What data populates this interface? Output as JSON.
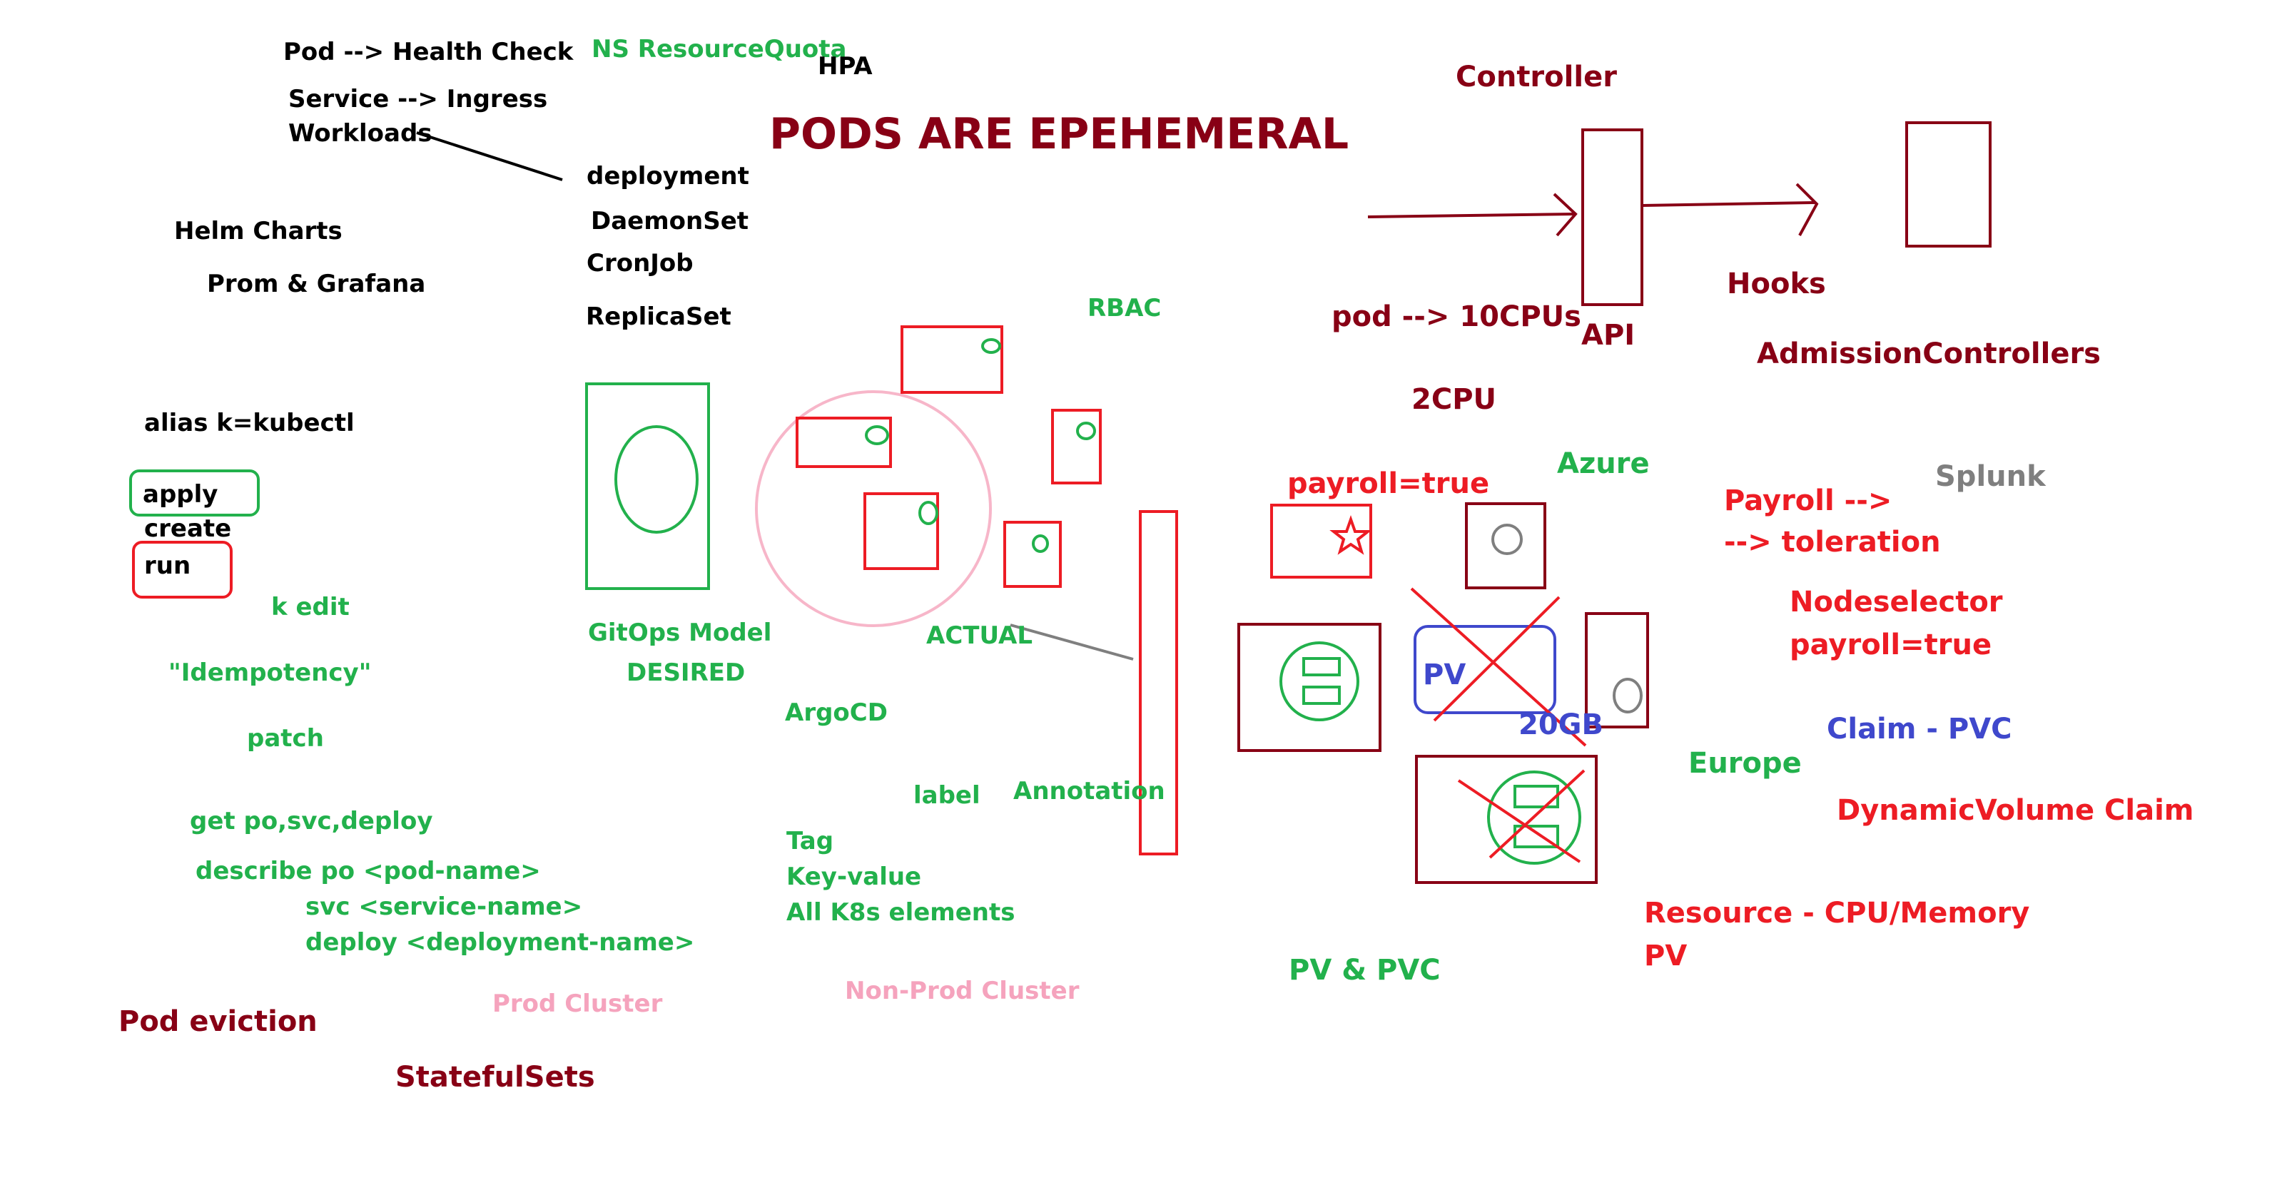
{
  "colors": {
    "black": "#000000",
    "green": "#22b14c",
    "maroon": "#880015",
    "red": "#ed1c24",
    "blue": "#3f48cc",
    "gray": "#7f7f7f",
    "pink": "#f5a3bd",
    "light_pink_circle": "#f7b6c9"
  },
  "notes": {
    "pod_health_check": "Pod --> Health Check",
    "ns_resourcequota": "NS  ResourceQuota",
    "hpa": "HPA",
    "service_ingress": "Service --> Ingress",
    "workloads": "Workloads",
    "title": "PODS ARE EPEHEMERAL",
    "controller": "Controller",
    "deployment": "deployment",
    "daemonset": "DaemonSet",
    "cronjob": "CronJob",
    "replicaset": "ReplicaSet",
    "helm_charts": "Helm Charts",
    "prom_grafana": "Prom & Grafana",
    "hooks": "Hooks",
    "rbac": "RBAC",
    "pod_10cpus": "pod --> 10CPUs",
    "api": "API",
    "admission_controllers": "AdmissionControllers",
    "two_cpu": "2CPU",
    "alias": "alias k=kubectl",
    "azure": "Azure",
    "splunk": "Splunk",
    "payroll_true": "payroll=true",
    "payroll_arrow": "Payroll -->",
    "toleration": "--> toleration",
    "apply": "apply",
    "create": "create",
    "run": "run",
    "k_edit": "k edit",
    "nodeselector": "Nodeselector",
    "nodeselector_payroll": "payroll=true",
    "gitops_model": "GitOps Model",
    "desired": "DESIRED",
    "actual": "ACTUAL",
    "pv_label": "PV",
    "idempotency": "\"Idempotency\"",
    "size_20gb": "20GB",
    "claim_pvc": "Claim - PVC",
    "argocd": "ArgoCD",
    "patch": "patch",
    "europe": "Europe",
    "label": "label",
    "annotation": "Annotation",
    "dynamic_volume_claim": "DynamicVolume Claim",
    "get": "get po,svc,deploy",
    "tag": "Tag",
    "describe_po": "describe po <pod-name>",
    "key_value": "Key-value",
    "svc": "svc <service-name>",
    "all_k8s": "All K8s elements",
    "resource": "Resource - CPU/Memory",
    "deploy": "deploy <deployment-name>",
    "pv_resource": "PV",
    "pv_pvc": "PV & PVC",
    "non_prod_cluster": "Non-Prod Cluster",
    "prod_cluster": "Prod Cluster",
    "pod_eviction": "Pod eviction",
    "statefulsets": "StatefulSets"
  },
  "icons": {
    "star": "star-icon",
    "disk_symbol": "disk-icon"
  }
}
